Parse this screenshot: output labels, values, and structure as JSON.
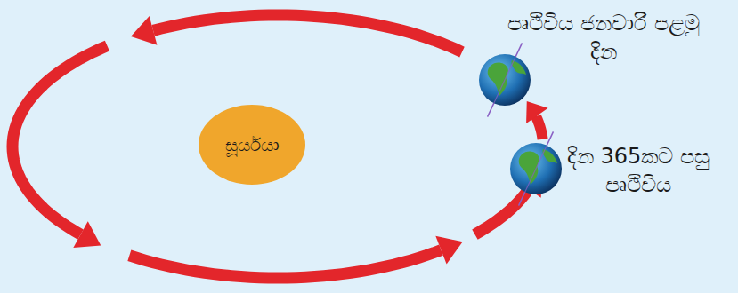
{
  "diagram": {
    "nodes": [
      {
        "text": [
          "සූර්යයා"
        ]
      },
      {
        "text": [
          "පෘථිවිය ජනවාරි පළමු දින"
        ]
      },
      {
        "text": [
          "දින 365කට පසු පෘථිවිය"
        ]
      }
    ],
    "edges": [
      {
        "from": 2,
        "to": 1,
        "arrow": "to"
      }
    ]
  }
}
